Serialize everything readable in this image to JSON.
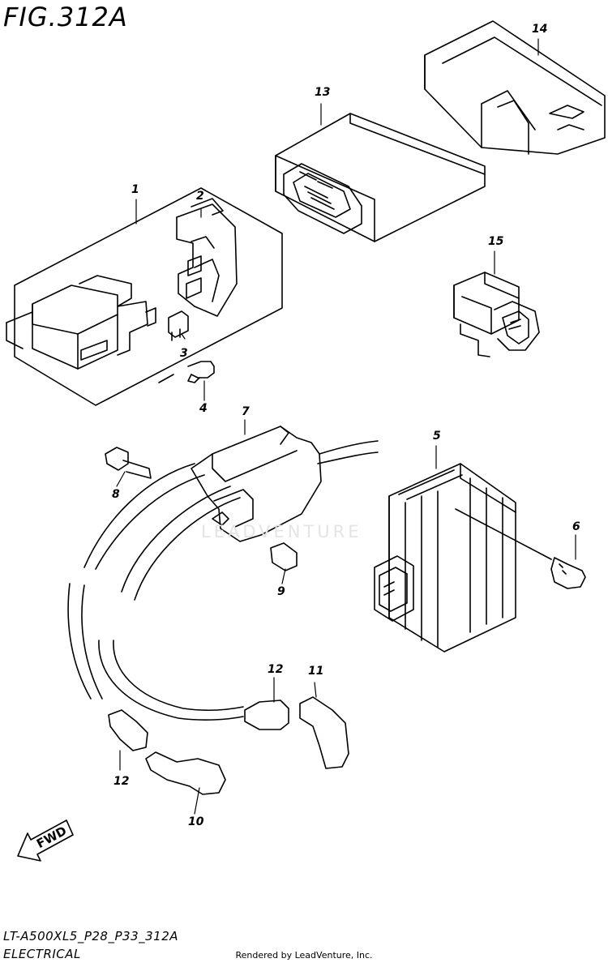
{
  "figure": {
    "title": "FIG.312A",
    "model_code": "LT-A500XL5_P28_P33_312A",
    "section": "ELECTRICAL",
    "rendered_by": "Rendered by LeadVenture, Inc.",
    "watermark": "LEADVENTURE",
    "direction_label": "FWD"
  },
  "callouts": [
    {
      "id": "1",
      "label": "1"
    },
    {
      "id": "2",
      "label": "2"
    },
    {
      "id": "3",
      "label": "3"
    },
    {
      "id": "4",
      "label": "4"
    },
    {
      "id": "5",
      "label": "5"
    },
    {
      "id": "6",
      "label": "6"
    },
    {
      "id": "7",
      "label": "7"
    },
    {
      "id": "8",
      "label": "8"
    },
    {
      "id": "9",
      "label": "9"
    },
    {
      "id": "10",
      "label": "10"
    },
    {
      "id": "11",
      "label": "11"
    },
    {
      "id": "12a",
      "label": "12"
    },
    {
      "id": "12b",
      "label": "12"
    },
    {
      "id": "13",
      "label": "13"
    },
    {
      "id": "14",
      "label": "14"
    },
    {
      "id": "15",
      "label": "15"
    }
  ]
}
